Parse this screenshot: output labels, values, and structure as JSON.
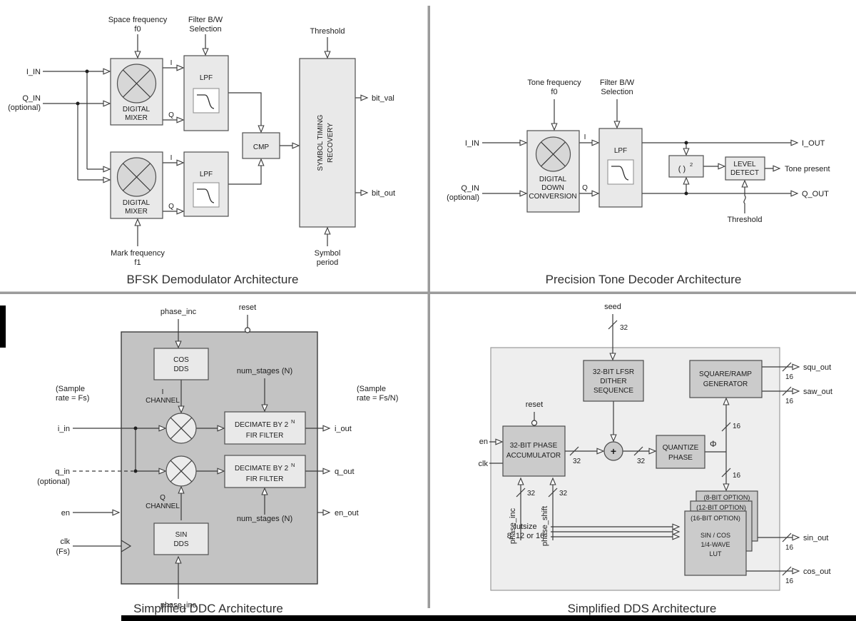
{
  "panels": {
    "bfsk": {
      "title": "BFSK Demodulator Architecture",
      "space_freq_l1": "Space frequency",
      "space_freq_l2": "f0",
      "filter_bw_l1": "Filter B/W",
      "filter_bw_l2": "Selection",
      "threshold": "Threshold",
      "i_in": "I_IN",
      "q_in": "Q_IN",
      "q_in_optional": "(optional)",
      "digital": "DIGITAL",
      "mixer": "MIXER",
      "lpf": "LPF",
      "i_label": "I",
      "q_label": "Q",
      "cmp": "CMP",
      "str_l1": "SYMBOL TIMING",
      "str_l2": "RECOVERY",
      "bit_val": "bit_val",
      "bit_out": "bit_out",
      "symbol_l1": "Symbol",
      "symbol_l2": "period",
      "mark_freq_l1": "Mark frequency",
      "mark_freq_l2": "f1"
    },
    "tone": {
      "title": "Precision Tone Decoder Architecture",
      "tone_freq_l1": "Tone frequency",
      "tone_freq_l2": "f0",
      "filter_bw_l1": "Filter B/W",
      "filter_bw_l2": "Selection",
      "i_in": "I_IN",
      "q_in": "Q_IN",
      "q_in_optional": "(optional)",
      "ddc_l1": "DIGITAL",
      "ddc_l2": "DOWN",
      "ddc_l3": "CONVERSION",
      "lpf": "LPF",
      "i_label": "I",
      "q_label": "Q",
      "i_out": "I_OUT",
      "q_out": "Q_OUT",
      "squarer_base": "( )",
      "squarer_exp": "2",
      "level_l1": "LEVEL",
      "level_l2": "DETECT",
      "tone_present": "Tone present",
      "threshold": "Threshold"
    },
    "ddc": {
      "title": "Simplified DDC Architecture",
      "phase_inc": "phase_inc",
      "reset": "reset",
      "cos": "COS",
      "sin": "SIN",
      "dds": "DDS",
      "i_channel_l1": "I",
      "i_channel_l2": "CHANNEL",
      "q_channel_l1": "Q",
      "q_channel_l2": "CHANNEL",
      "decimate_base": "DECIMATE BY 2",
      "decimate_exp": "N",
      "fir_filter": "FIR FILTER",
      "num_stages": "num_stages (N)",
      "sample_left_l1": "(Sample",
      "sample_left_l2": "rate = Fs)",
      "sample_right_l1": "(Sample",
      "sample_right_l2": "rate = Fs/N)",
      "i_in": "i_in",
      "q_in": "q_in",
      "q_in_optional": "(optional)",
      "en": "en",
      "clk_l1": "clk",
      "clk_l2": "(Fs)",
      "i_out": "i_out",
      "q_out": "q_out",
      "en_out": "en_out"
    },
    "dds": {
      "title": "Simplified DDS Architecture",
      "seed": "seed",
      "lfsr_l1": "32-BIT LFSR",
      "lfsr_l2": "DITHER",
      "lfsr_l3": "SEQUENCE",
      "sqr_l1": "SQUARE/RAMP",
      "sqr_l2": "GENERATOR",
      "squ_out": "squ_out",
      "saw_out": "saw_out",
      "reset": "reset",
      "en": "en",
      "clk": "clk",
      "acc_l1": "32-BIT PHASE",
      "acc_l2": "ACCUMULATOR",
      "plus": "+",
      "quant_l1": "QUANTIZE",
      "quant_l2": "PHASE",
      "phi": "Φ",
      "card8": "(8-BIT OPTION)",
      "card12": "(12-BIT OPTION)",
      "card16_l1": "(16-BIT OPTION)",
      "card16_l2": "SIN / COS",
      "card16_l3": "1/4-WAVE",
      "card16_l4": "LUT",
      "lutsize_l1": "lutsize",
      "lutsize_l2": "8, 12 or 16",
      "sin_out": "sin_out",
      "cos_out": "cos_out",
      "phase_inc": "phase_inc",
      "phase_shift": "phase_shift",
      "w32": "32",
      "w16": "16"
    }
  }
}
